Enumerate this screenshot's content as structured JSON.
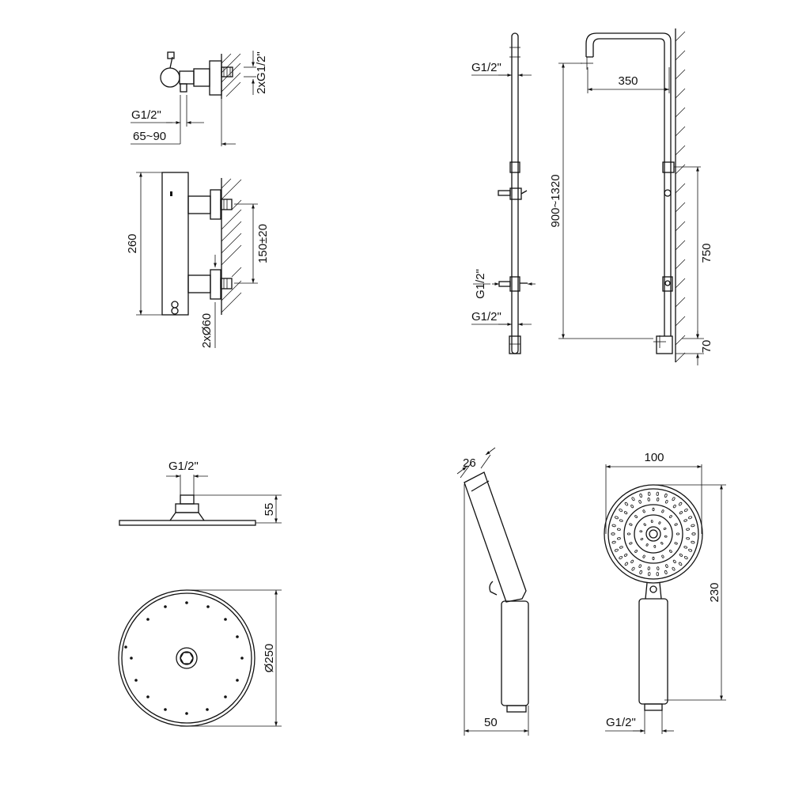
{
  "colors": {
    "line": "#111111",
    "background": "#ffffff"
  },
  "mixer": {
    "thread_top": "2xG1/2\"",
    "inlet_thread": "G1/2\"",
    "projection": "65~90",
    "height": "260",
    "centres": "150±20",
    "flange": "2xØ60"
  },
  "riser": {
    "top_thread": "G1/2\"",
    "mid_thread": "G1/2\"",
    "bottom_thread": "G1/2\"",
    "arm_reach": "350",
    "height_range": "900~1320",
    "bracket_spacing": "750",
    "base_offset": "70"
  },
  "overhead": {
    "thread": "G1/2\"",
    "height": "55",
    "diameter": "Ø250"
  },
  "handshower": {
    "head_width": "26",
    "handle_width": "50",
    "face_width": "100",
    "length": "230",
    "thread": "G1/2\""
  }
}
